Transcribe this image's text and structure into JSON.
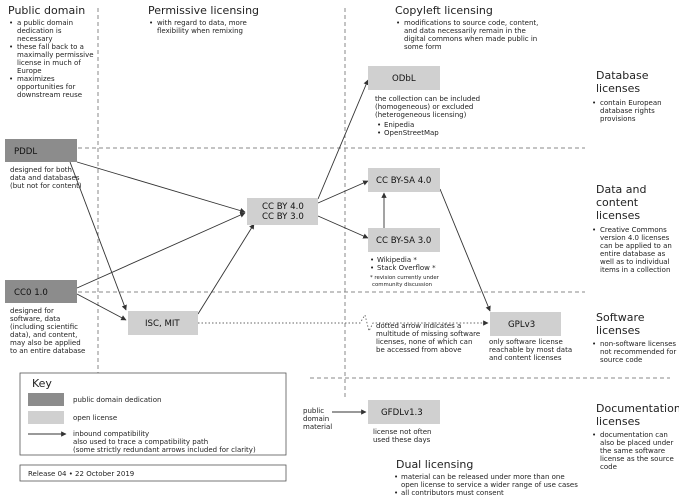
{
  "columns": {
    "public_domain": {
      "title": "Public domain",
      "bullets": [
        [
          "a public domain",
          "dedication is",
          "necessary"
        ],
        [
          "these fall back to a",
          "maximally permissive",
          "license in much of",
          "Europe"
        ],
        [
          "maximizes",
          "opportunities for",
          "downstream reuse"
        ]
      ]
    },
    "permissive": {
      "title": "Permissive licensing",
      "bullets": [
        [
          "with regard to data, more",
          "flexibility when remixing"
        ]
      ]
    },
    "copyleft": {
      "title": "Copyleft licensing",
      "bullets": [
        [
          "modifications to source code, content,",
          "and data necessarily remain in the",
          "digital commons when made public in",
          "some form"
        ]
      ]
    }
  },
  "licenses": {
    "pddl": "PDDL",
    "cc0": "CC0 1.0",
    "isc_mit": "ISC, MIT",
    "cc_by_1": "CC BY 4.0",
    "cc_by_2": "CC BY 3.0",
    "odbl": "ODbL",
    "cc_by_sa_4": "CC BY-SA 4.0",
    "cc_by_sa_3": "CC BY-SA 3.0",
    "gplv3": "GPLv3",
    "gfdl": "GFDLv1.3"
  },
  "notes": {
    "pddl": [
      "designed for both",
      "data and databases",
      "(but not for content)"
    ],
    "cc0": [
      "designed for",
      "software, data",
      "(including scientific",
      "data), and content,",
      "may also be applied",
      "to an entire database"
    ],
    "odbl": [
      "the collection can be included",
      "(homogeneous) or excluded",
      "(heterogeneous licensing)"
    ],
    "odbl_examples": [
      "Enipedia",
      "OpenStreetMap"
    ],
    "cc_by_sa_3_examples": [
      "Wikipedia *",
      "Stack Overflow *"
    ],
    "footnote": [
      "* revision currently under",
      "community discussion"
    ],
    "dotted_arrow": [
      "dotted arrow indicates a",
      "multitude of missing software",
      "licenses, none of which can",
      "be accessed from above"
    ],
    "gplv3": [
      "only software license",
      "reachable by most data",
      "and content licenses"
    ],
    "public_domain_material": [
      "public",
      "domain",
      "material"
    ],
    "gfdl": [
      "license not often",
      "used these days"
    ]
  },
  "categories": {
    "database": {
      "title": [
        "Database",
        "licenses"
      ],
      "bullets": [
        [
          "contain European",
          "database rights",
          "provisions"
        ]
      ]
    },
    "data_content": {
      "title": [
        "Data and",
        "content",
        "licenses"
      ],
      "bullets": [
        [
          "Creative Commons",
          "version 4.0 licenses",
          "can be applied to an",
          "entire database as",
          "well as to individual",
          "items in a collection"
        ]
      ]
    },
    "software": {
      "title": [
        "Software",
        "licenses"
      ],
      "bullets": [
        [
          "non-software licenses",
          "not recommended for",
          "source code"
        ]
      ]
    },
    "documentation": {
      "title": [
        "Documentation",
        "licenses"
      ],
      "bullets": [
        [
          "documentation can",
          "also be placed under",
          "the same software",
          "license as the source",
          "code"
        ]
      ]
    }
  },
  "key": {
    "title": "Key",
    "public_domain": "public domain dedication",
    "open_license": "open license",
    "inbound": [
      "inbound compatibility",
      "also used to trace a compatibility path",
      "(some strictly redundant arrows included for clarity)"
    ]
  },
  "release": "Release 04  •  22 October 2019",
  "dual": {
    "title": "Dual licensing",
    "bullets": [
      [
        "material can be released under more than one",
        "open license to service a wider range of use cases"
      ],
      [
        "all contributors must consent"
      ]
    ]
  },
  "colors": {
    "public_domain": "#8c8c8c",
    "open_license": "#d0d0d0"
  }
}
